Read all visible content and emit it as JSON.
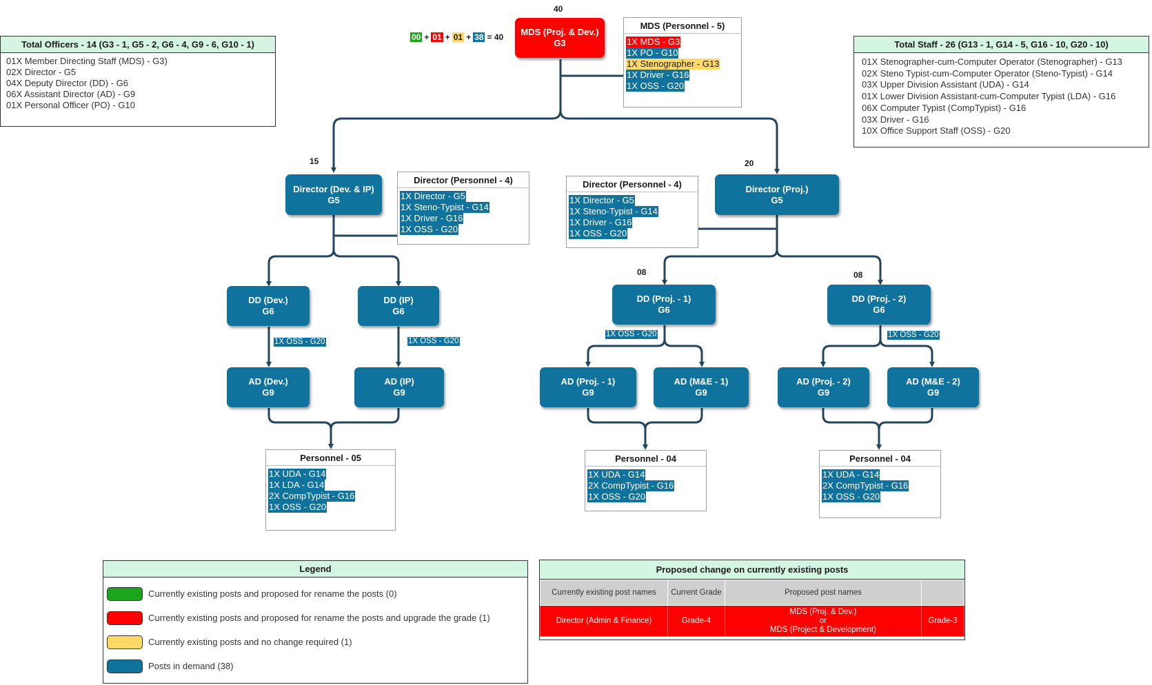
{
  "colors": {
    "node": "#10739e",
    "red": "#ff0000",
    "green": "#1aa51a",
    "yellow": "#ffd966",
    "header_green": "#d5f5e3",
    "edge": "#23445d"
  },
  "formula": {
    "a": "00",
    "b": "01",
    "c": "01",
    "d": "38",
    "plus": "+",
    "result": "= 40"
  },
  "officers": {
    "title": "Total Officers - 14 (G3 - 1, G5 - 2, G6 - 4, G9 - 6, G10 - 1)",
    "items": [
      "01X Member Directing Staff (MDS) - G3)",
      "02X Director - G5",
      "04X Deputy Director (DD) - G6",
      "06X Assistant Director (AD) - G9",
      "01X Personal Officer (PO) - G10"
    ]
  },
  "staff": {
    "title": "Total Staff - 26 (G13 - 1, G14 - 5, G16 - 10, G20 - 10)",
    "items": [
      "01X Stenographer-cum-Computer Operator (Stenographer) - G13",
      "02X Steno Typist-cum-Computer Operator (Steno-Typist) - G14",
      "03X Upper Division Assistant (UDA) - G14",
      "01X Lower Division Assistant-cum-Computer Typist (LDA) - G16",
      "06X Computer Typist (CompTypist) - G16",
      "03X Driver - G16",
      "10X Office Support Staff (OSS) - G20"
    ]
  },
  "nodes": {
    "mds": {
      "title": "MDS (Proj. & Dev.)",
      "grade": "G3",
      "count": "40"
    },
    "dir_dev": {
      "title": "Director (Dev. & IP)",
      "grade": "G5",
      "count": "15"
    },
    "dir_proj": {
      "title": "Director (Proj.)",
      "grade": "G5",
      "count": "20"
    },
    "dd_dev": {
      "title": "DD (Dev.)",
      "grade": "G6"
    },
    "dd_ip": {
      "title": "DD (IP)",
      "grade": "G6"
    },
    "dd_proj1": {
      "title": "DD (Proj. - 1)",
      "grade": "G6",
      "count": "08"
    },
    "dd_proj2": {
      "title": "DD (Proj. - 2)",
      "grade": "G6",
      "count": "08"
    },
    "ad_dev": {
      "title": "AD (Dev.)",
      "grade": "G9"
    },
    "ad_ip": {
      "title": "AD (IP)",
      "grade": "G9"
    },
    "ad_proj1": {
      "title": "AD (Proj. - 1)",
      "grade": "G9"
    },
    "ad_me1": {
      "title": "AD (M&E - 1)",
      "grade": "G9"
    },
    "ad_proj2": {
      "title": "AD (Proj. - 2)",
      "grade": "G9"
    },
    "ad_me2": {
      "title": "AD (M&E - 2)",
      "grade": "G9"
    }
  },
  "edge_labels": {
    "oss": "1X OSS - G20"
  },
  "panels": {
    "mds": {
      "title": "MDS (Personnel - 5)",
      "items": [
        "1X MDS - G3",
        "1X PO - G10",
        "1X Stenographer - G13",
        "1X Driver - G16",
        "1X OSS - G20"
      ]
    },
    "dir_dev": {
      "title": "Director (Personnel - 4)",
      "items": [
        "1X Director - G5",
        "1X Steno-Typist - G14",
        "1X Driver - G16",
        "1X OSS - G20"
      ]
    },
    "dir_proj": {
      "title": "Director (Personnel - 4)",
      "items": [
        "1X Director - G5",
        "1X Steno-Typist - G14",
        "1X Driver - G16",
        "1X OSS - G20"
      ]
    },
    "pers_dev": {
      "title": "Personnel - 05",
      "items": [
        "1X UDA - G14",
        "1X LDA - G14",
        "2X CompTypist - G16",
        "1X OSS - G20"
      ]
    },
    "pers_proj1": {
      "title": "Personnel - 04",
      "items": [
        "1X UDA - G14",
        "2X CompTypist - G16",
        "1X OSS - G20"
      ]
    },
    "pers_proj2": {
      "title": "Personnel - 04",
      "items": [
        "1X UDA - G14",
        "2X CompTypist - G16",
        "1X OSS - G20"
      ]
    }
  },
  "legend": {
    "title": "Legend",
    "items": [
      {
        "color": "#1aa51a",
        "text": "Currently existing posts and proposed for rename the posts (0)"
      },
      {
        "color": "#ff0000",
        "text": "Currently existing posts and proposed for rename the posts and upgrade the grade (1)"
      },
      {
        "color": "#ffd966",
        "text": "Currently existing posts and no change required (1)"
      },
      {
        "color": "#10739e",
        "text": "Posts in demand (38)"
      }
    ]
  },
  "change": {
    "title": "Proposed change on currently existing posts",
    "headers": [
      "Currently existing post names",
      "Current Grade",
      "Proposed post names",
      ""
    ],
    "row": {
      "current_name": "Director (Admin & Finance)",
      "current_grade": "Grade-4",
      "proposed_line1": "MDS (Proj. & Dev.)",
      "proposed_or": "or",
      "proposed_line2": "MDS (Project & Development)",
      "proposed_grade": "Grade-3"
    }
  }
}
